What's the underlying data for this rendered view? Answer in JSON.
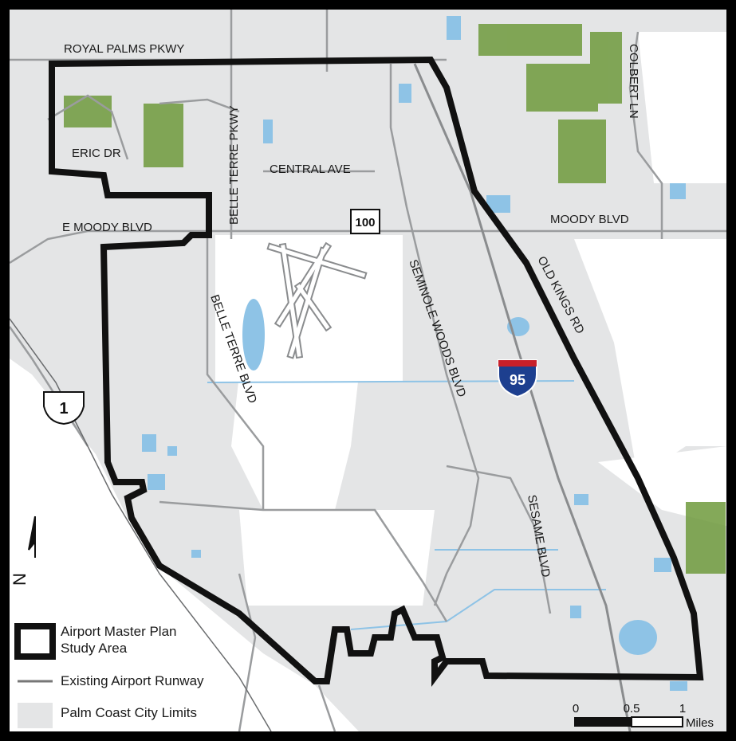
{
  "roads": {
    "royal_palms": "ROYAL PALMS PKWY",
    "colbert": "COLBERT LN",
    "belle_terre_pkwy": "BELLE TERRE PKWY",
    "eric": "ERIC DR",
    "central": "CENTRAL AVE",
    "e_moody": "E MOODY BLVD",
    "moody": "MOODY BLVD",
    "seminole_woods": "SEMINOLE WOODS BLVD",
    "old_kings": "OLD KINGS RD",
    "belle_terre_blvd": "BELLE TERRE BLVD",
    "sesame": "SESAME BLVD"
  },
  "shields": {
    "sr100": "100",
    "us1": "1",
    "i95": "95"
  },
  "legend": {
    "study_area": "Airport Master Plan Study Area",
    "study_area_line1": "Airport Master Plan",
    "study_area_line2": "Study Area",
    "runway": "Existing Airport Runway",
    "city_limits": "Palm Coast City Limits"
  },
  "scale": {
    "ticks": [
      "0",
      "0.5",
      "1"
    ],
    "unit": "Miles"
  },
  "north": {
    "label": "N"
  },
  "colors": {
    "city_limits": "#e4e5e6",
    "water": "#8ec3e6",
    "roads": "#9a9c9e",
    "vegetation": "#6f9a3c",
    "boundary": "#111111",
    "interstate_blue": "#1d3f8f",
    "interstate_red": "#c8202a"
  }
}
